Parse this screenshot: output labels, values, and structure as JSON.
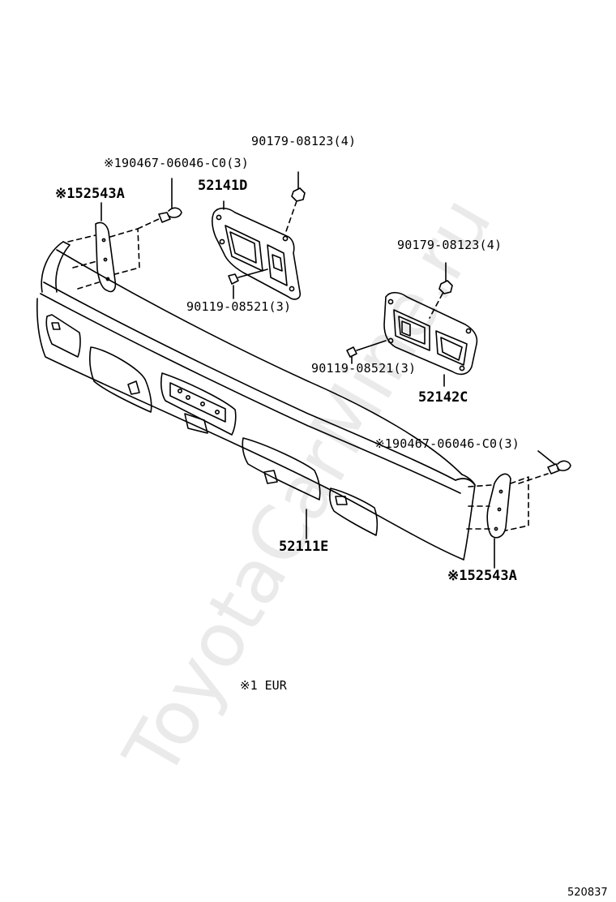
{
  "watermark": "ToyotaCarMine.ru",
  "labels": {
    "clip_left": "※190467-06046-C0(3)",
    "nut_left": "90179-08123(4)",
    "bracket_left": "52141D",
    "pad_left": "※152543A",
    "bolt_left": "90119-08521(3)",
    "nut_right": "90179-08123(4)",
    "bolt_right": "90119-08521(3)",
    "bracket_right": "52142C",
    "clip_right": "※190467-06046-C0(3)",
    "bumper": "52111E",
    "pad_right": "※152543A"
  },
  "footnote": "※1 EUR",
  "figure_id": "520837"
}
